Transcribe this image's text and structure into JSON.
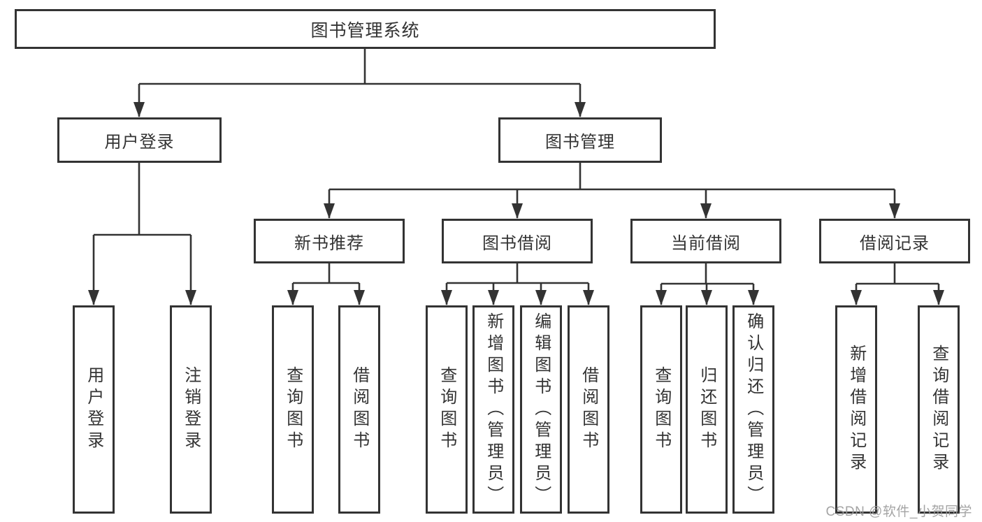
{
  "diagram_title": "图书管理系统",
  "colors": {
    "line": "#333333",
    "text": "#333333",
    "background": "#ffffff",
    "watermark": "#9b9b9b"
  },
  "watermark": {
    "text": "CSDN @软件_小贺同学"
  },
  "nodes": {
    "root": "图书管理系统",
    "user_login_group": "用户登录",
    "book_mgmt_group": "图书管理",
    "new_book_rec": "新书推荐",
    "book_borrow": "图书借阅",
    "current_borrow": "当前借阅",
    "borrow_records": "借阅记录",
    "leaf_user_login": "用户登录",
    "leaf_logout": "注销登录",
    "leaf_nb_query": "查询图书",
    "leaf_nb_borrow": "借阅图书",
    "leaf_bb_query": "查询图书",
    "leaf_bb_add": "新增图书（管理员）",
    "leaf_bb_edit": "编辑图书（管理员）",
    "leaf_bb_borrow": "借阅图书",
    "leaf_cb_query": "查询图书",
    "leaf_cb_return": "归还图书",
    "leaf_cb_confirm": "确认归还（管理员）",
    "leaf_br_add": "新增借阅记录",
    "leaf_br_query": "查询借阅记录"
  },
  "structure": {
    "label": "图书管理系统",
    "children": [
      {
        "label": "用户登录",
        "children": [
          {
            "label": "用户登录"
          },
          {
            "label": "注销登录"
          }
        ]
      },
      {
        "label": "图书管理",
        "children": [
          {
            "label": "新书推荐",
            "children": [
              {
                "label": "查询图书"
              },
              {
                "label": "借阅图书"
              }
            ]
          },
          {
            "label": "图书借阅",
            "children": [
              {
                "label": "查询图书"
              },
              {
                "label": "新增图书（管理员）"
              },
              {
                "label": "编辑图书（管理员）"
              },
              {
                "label": "借阅图书"
              }
            ]
          },
          {
            "label": "当前借阅",
            "children": [
              {
                "label": "查询图书"
              },
              {
                "label": "归还图书"
              },
              {
                "label": "确认归还（管理员）"
              }
            ]
          },
          {
            "label": "借阅记录",
            "children": [
              {
                "label": "新增借阅记录"
              },
              {
                "label": "查询借阅记录"
              }
            ]
          }
        ]
      }
    ]
  }
}
